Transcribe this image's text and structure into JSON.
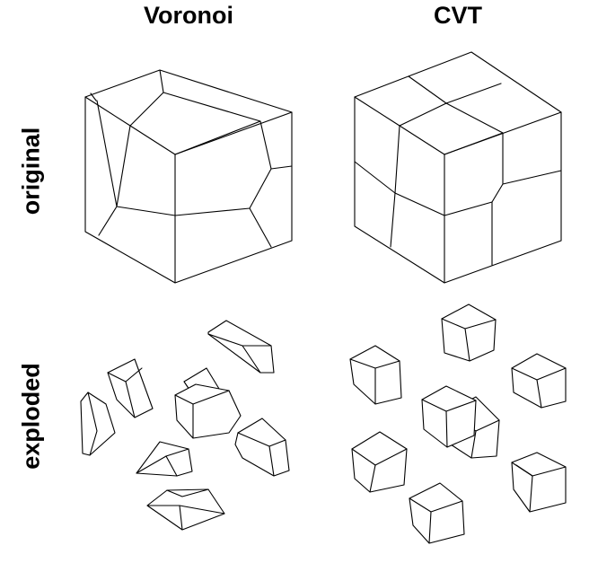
{
  "columns": {
    "left": "Voronoi",
    "right": "CVT"
  },
  "rows": {
    "top": "original",
    "bottom": "exploded"
  }
}
